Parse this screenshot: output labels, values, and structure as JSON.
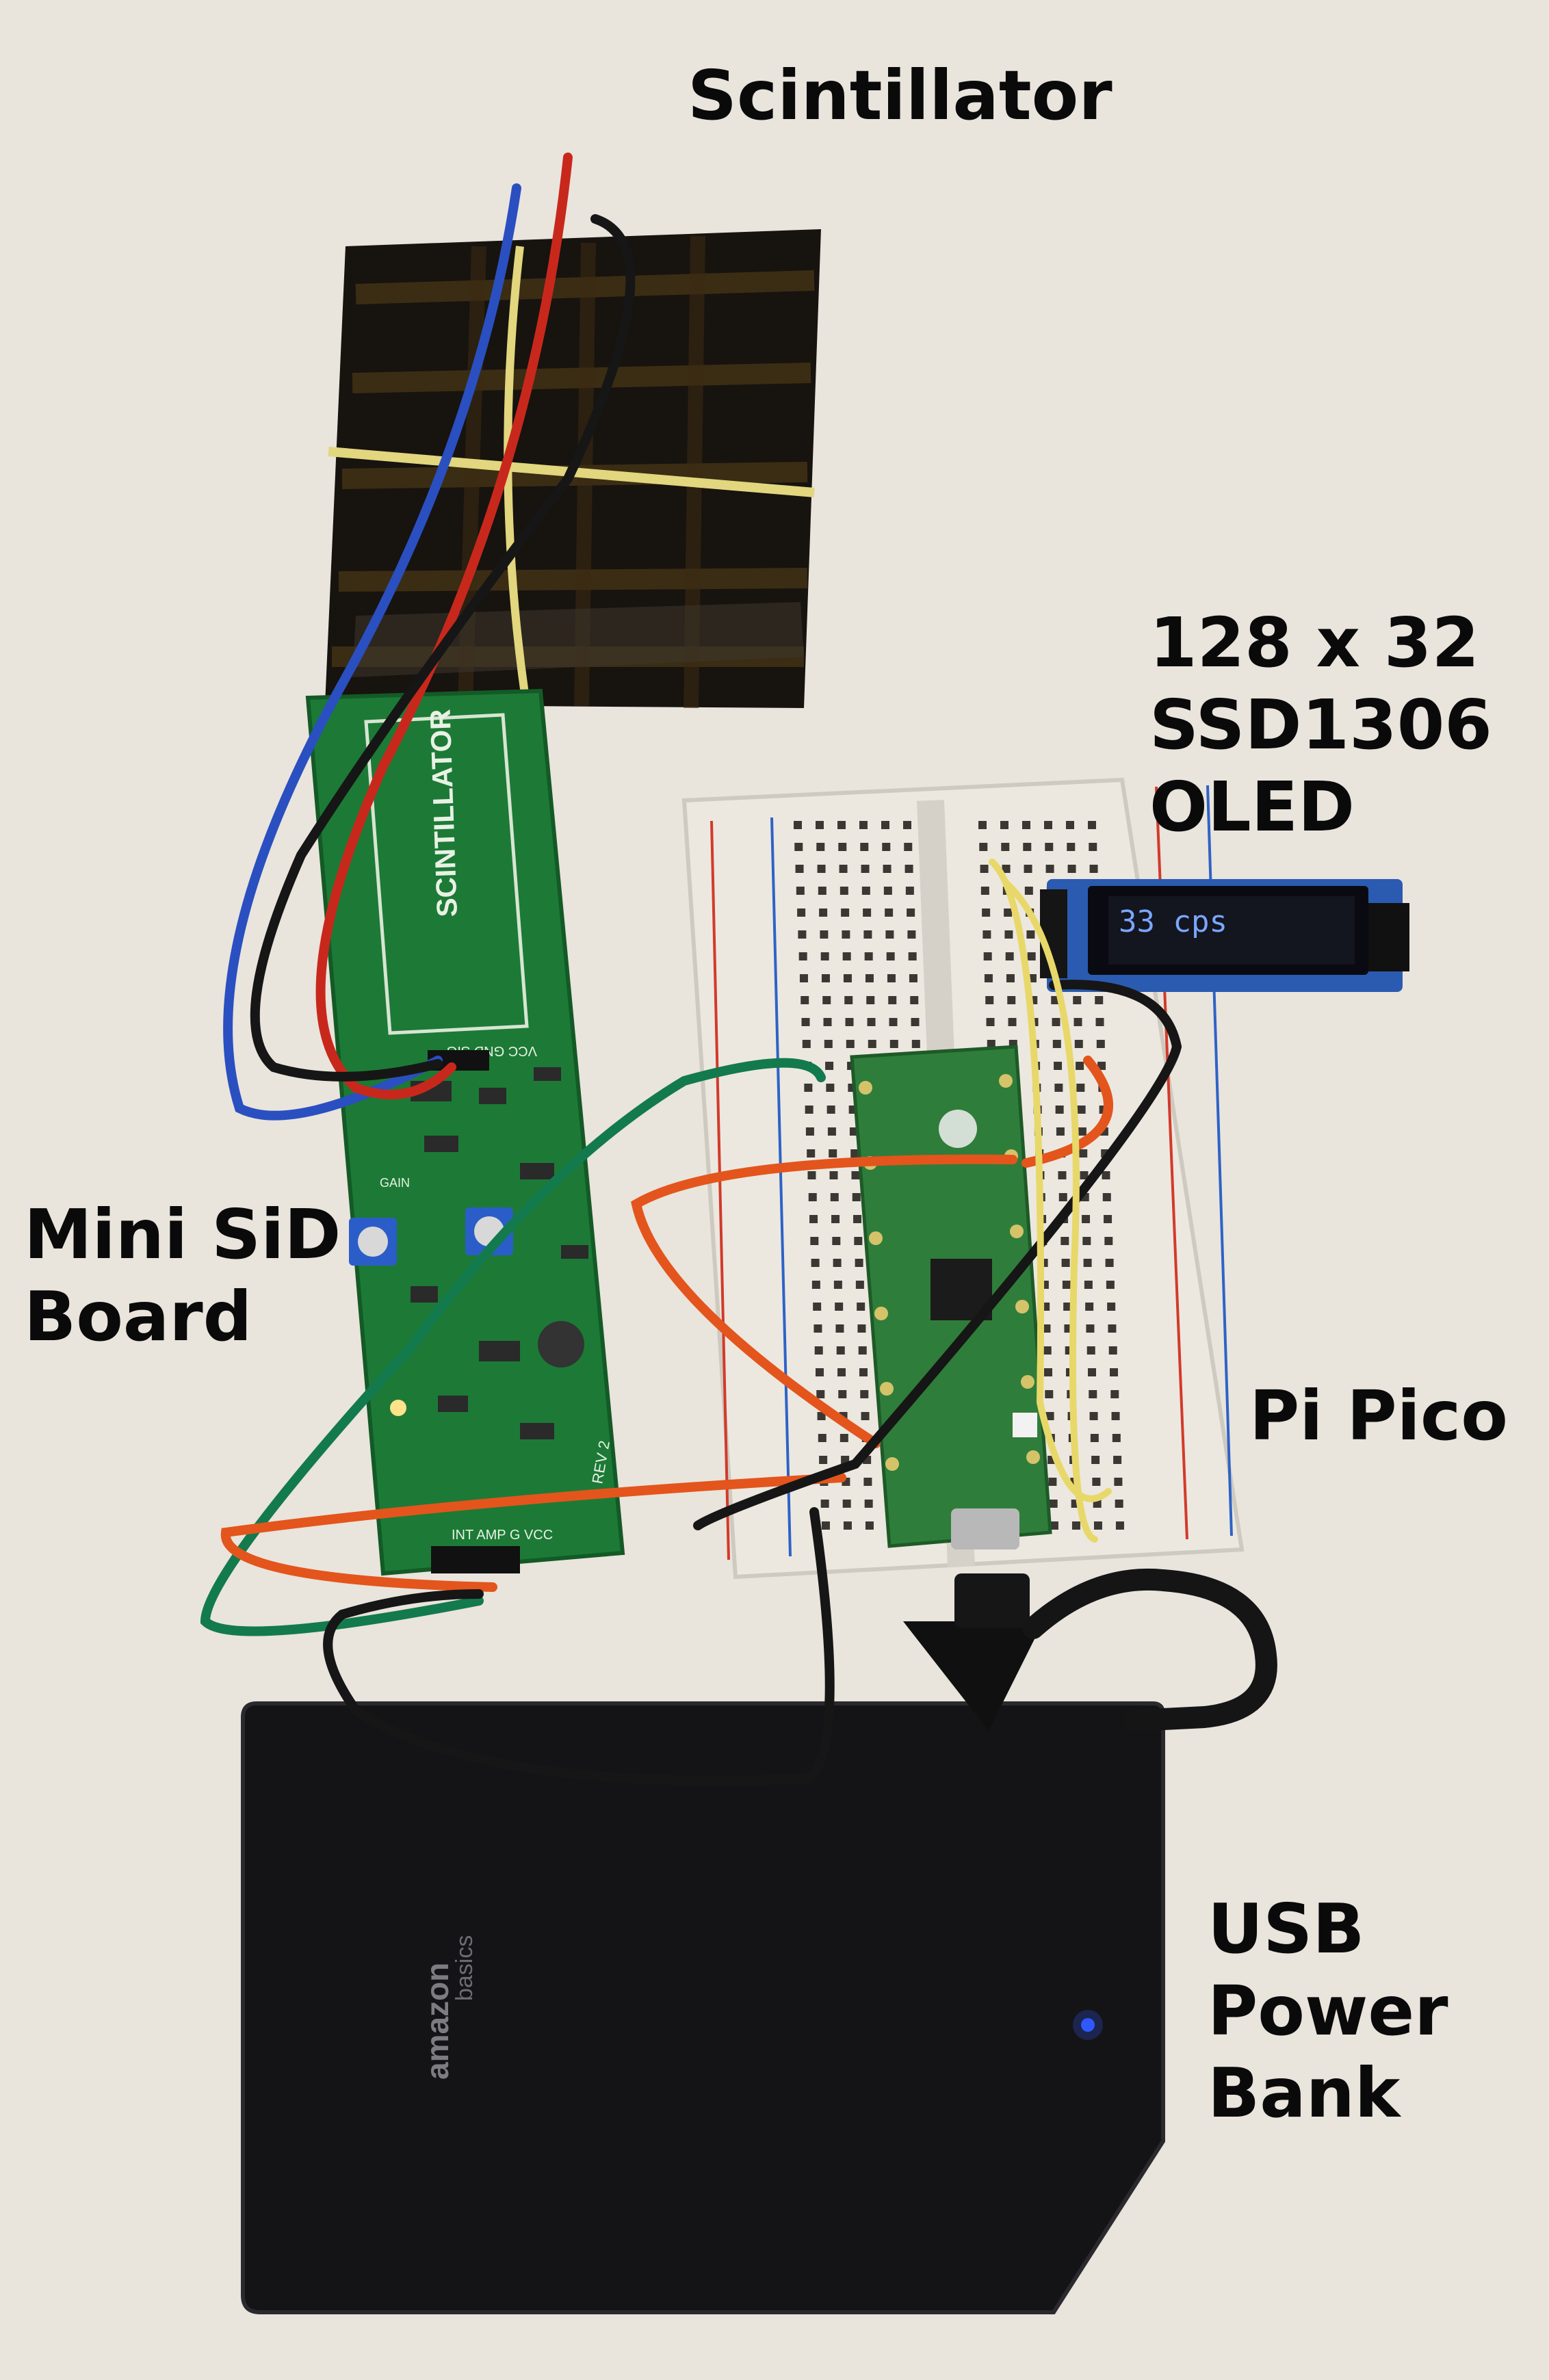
{
  "labels": {
    "scintillator": "Scintillator",
    "oled": "128 x 32\nSSD1306\nOLED",
    "mini_sid": "Mini SiD\nBoard",
    "pi_pico": "Pi Pico",
    "usb_power_bank": "USB\nPower\nBank"
  },
  "board_text": {
    "silkscreen": "SCINTILLATOR",
    "rev": "REV 2",
    "pins_top": "VCC GND SIG",
    "pins_bottom": "INT AMP G VCC",
    "gain": "GAIN"
  },
  "oled_display": "33 cps",
  "power_bank_brand": "amazon",
  "power_bank_brand_sub": "basics",
  "wire_colors": {
    "red": "#c8281c",
    "blue": "#2a4fc0",
    "black": "#161616",
    "green": "#137a4e",
    "orange": "#e3551c",
    "yellow": "#e8d86a"
  }
}
